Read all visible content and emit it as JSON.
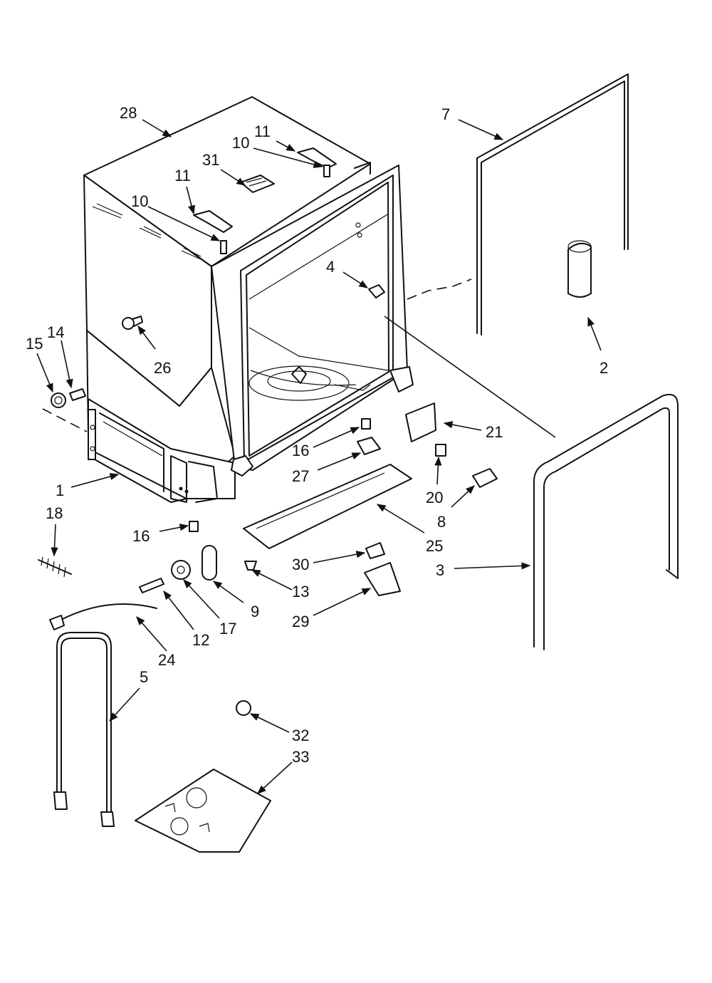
{
  "callouts": [
    {
      "id": "c28",
      "text": "28"
    },
    {
      "id": "c7",
      "text": "7"
    },
    {
      "id": "c11a",
      "text": "11"
    },
    {
      "id": "c10a",
      "text": "10"
    },
    {
      "id": "c31",
      "text": "31"
    },
    {
      "id": "c11b",
      "text": "11"
    },
    {
      "id": "c10b",
      "text": "10"
    },
    {
      "id": "c4",
      "text": "4"
    },
    {
      "id": "c26",
      "text": "26"
    },
    {
      "id": "c15",
      "text": "15"
    },
    {
      "id": "c14",
      "text": "14"
    },
    {
      "id": "c2",
      "text": "2"
    },
    {
      "id": "c21",
      "text": "21"
    },
    {
      "id": "c16a",
      "text": "16"
    },
    {
      "id": "c27",
      "text": "27"
    },
    {
      "id": "c20",
      "text": "20"
    },
    {
      "id": "c8",
      "text": "8"
    },
    {
      "id": "c1",
      "text": "1"
    },
    {
      "id": "c18",
      "text": "18"
    },
    {
      "id": "c16b",
      "text": "16"
    },
    {
      "id": "c25",
      "text": "25"
    },
    {
      "id": "c30",
      "text": "30"
    },
    {
      "id": "c3",
      "text": "3"
    },
    {
      "id": "c13",
      "text": "13"
    },
    {
      "id": "c9",
      "text": "9"
    },
    {
      "id": "c17",
      "text": "17"
    },
    {
      "id": "c12",
      "text": "12"
    },
    {
      "id": "c29",
      "text": "29"
    },
    {
      "id": "c24",
      "text": "24"
    },
    {
      "id": "c5",
      "text": "5"
    },
    {
      "id": "c32",
      "text": "32"
    },
    {
      "id": "c33",
      "text": "33"
    }
  ]
}
